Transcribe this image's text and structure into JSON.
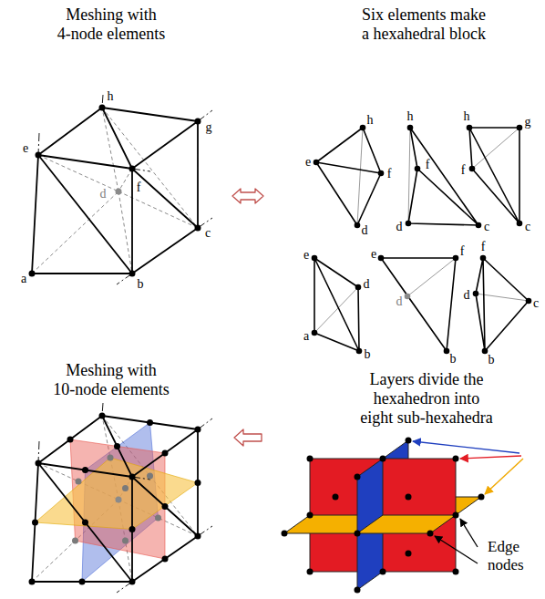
{
  "diagram": {
    "labels": [
      "Meshing with 4-node elements",
      "Six elements make a hexahedral block",
      "h",
      "g",
      "e",
      "f",
      "d",
      "c",
      "a",
      "b",
      "h",
      "e",
      "f",
      "d",
      "h",
      "f",
      "d",
      "c",
      "h",
      "g",
      "f",
      "c",
      "e",
      "d",
      "a",
      "b",
      "e",
      "f",
      "d",
      "b",
      "f",
      "d",
      "c",
      "b",
      "Meshing with 10-node elements",
      "Layers divide the hexahedron into eight sub-hexahedra",
      "Edge nodes"
    ]
  }
}
